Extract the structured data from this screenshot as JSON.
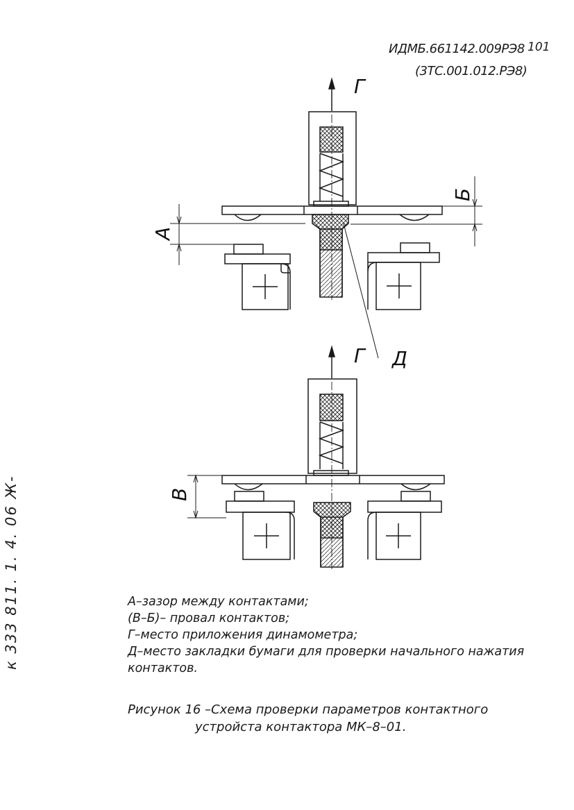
{
  "header": {
    "doc_number": "ИДМБ.661142.009РЭ8",
    "page_number": "101",
    "doc_number_alt": "(3ТС.001.012.РЭ8)"
  },
  "margin_note": "к 333 811. 1. 4. 06 Ж-",
  "figure_labels": {
    "force_top": "Г",
    "force_bottom": "Г",
    "gap_a": "А",
    "gap_b": "Б",
    "gap_v": "В",
    "paper_d": "Д"
  },
  "legend": [
    "А–зазор между контактами;",
    "(В–Б)– провал контактов;",
    "Г–место приложения динамометра;",
    "Д–место закладки бумаги для проверки начального нажатия",
    "контактов."
  ],
  "caption": {
    "line1": "Рисунок 16   –Схема проверки параметров контактного",
    "line2": "устройста контактора МК–8–01."
  }
}
